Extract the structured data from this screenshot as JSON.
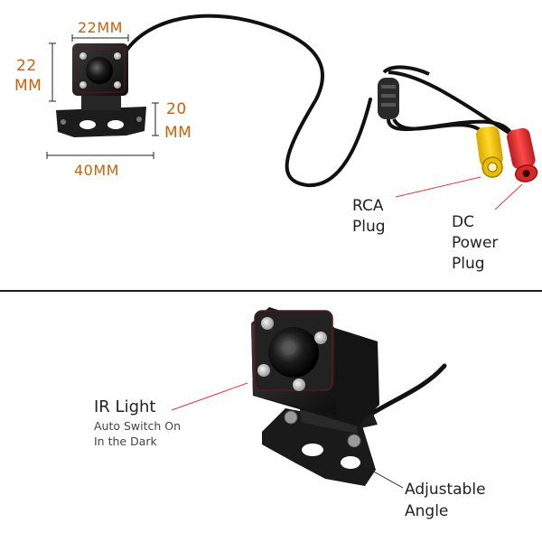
{
  "dimensions": {
    "width_top": "22MM",
    "height_left_line1": "22",
    "height_left_line2": "MM",
    "bracket_height_line1": "20",
    "bracket_height_line2": "MM",
    "width_bottom": "40MM"
  },
  "labels": {
    "rca_line1": "RCA",
    "rca_line2": "Plug",
    "dc_line1": "DC",
    "dc_line2": "Power",
    "dc_line3": "Plug",
    "ir_title": "IR Light",
    "ir_sub_line1": "Auto Switch On",
    "ir_sub_line2": "In the Dark",
    "angle_line1": "Adjustable",
    "angle_line2": "Angle"
  },
  "colors": {
    "dimension_text": "#c8620e",
    "rca_plug": "#f2c200",
    "dc_plug": "#e53030",
    "camera_body": "#1a1a1a",
    "pointer_line": "#e23a3a"
  }
}
